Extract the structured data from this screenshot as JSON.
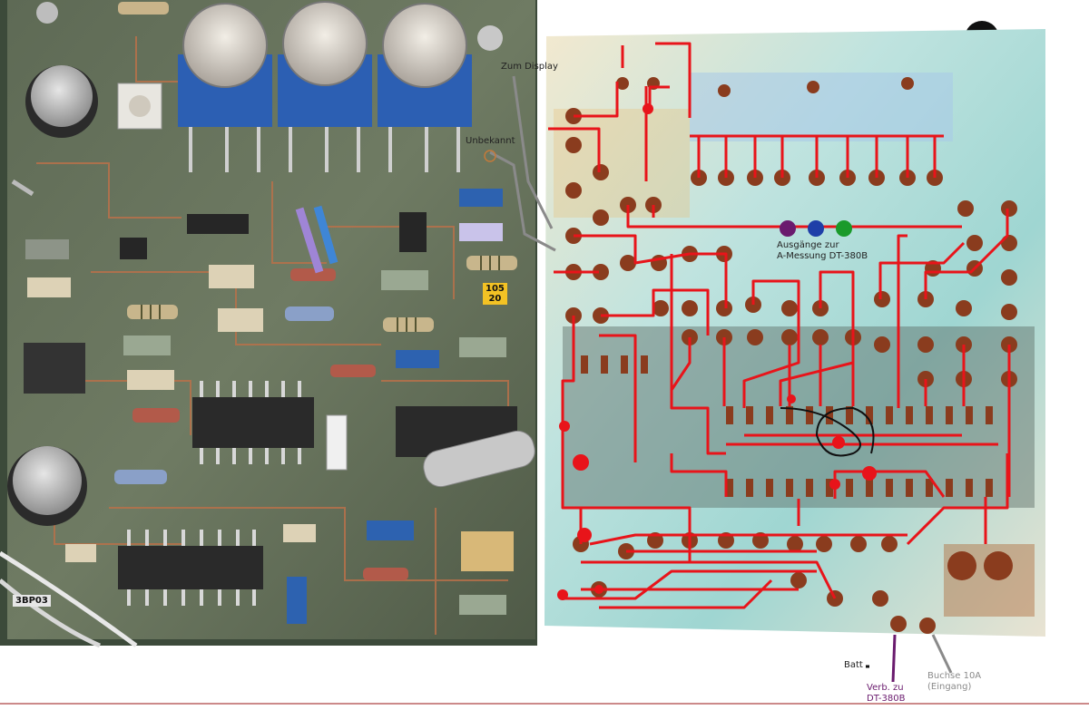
{
  "photo_labels": {
    "zum_display": "Zum Display",
    "unbekannt": "Unbekannt",
    "ausgaenge_line1": "Ausgänge zur",
    "ausgaenge_line2": "A-Messung DT-380B",
    "batt": "Batt",
    "verb_line1": "Verb. zu",
    "verb_line2": "DT-380B",
    "buchse_line1": "Buchse 10A",
    "buchse_line2": "(Eingang)"
  },
  "component_labels": {
    "cap_105_line1": "105",
    "cap_105_line2": "20",
    "board_3bp03": "3BP03"
  },
  "wire_colors": {
    "trace_red": "#e8141a",
    "purple": "#6a1b6e",
    "blue": "#1f3fa8",
    "green": "#1a9a2a",
    "gray": "#8a8a8a"
  }
}
